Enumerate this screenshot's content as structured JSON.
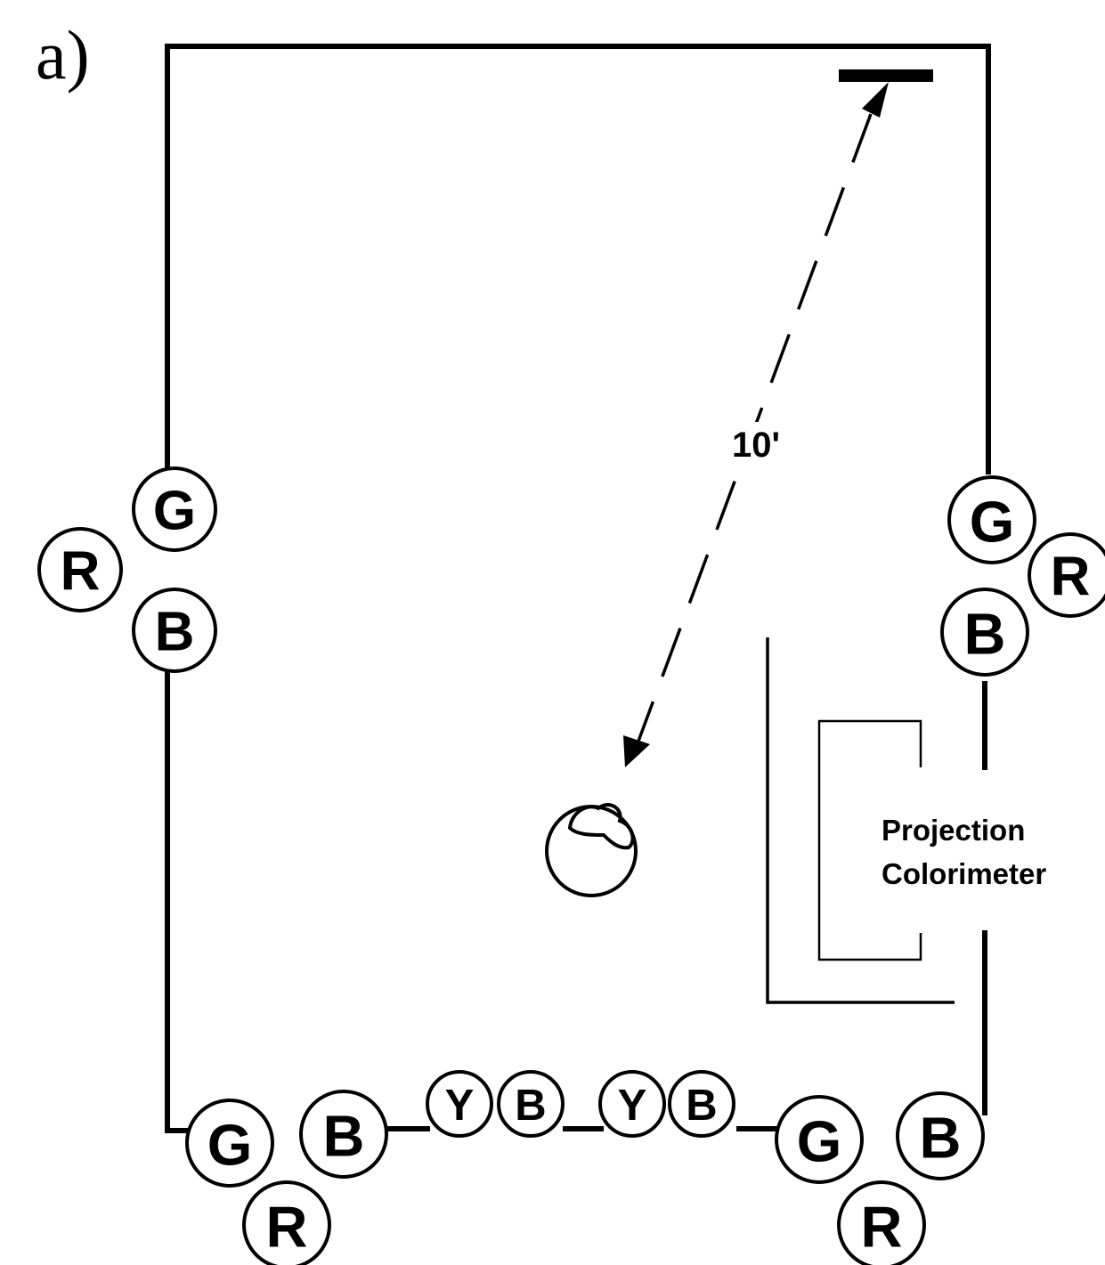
{
  "figure": {
    "panel_label": "a)",
    "distance_label": "10'",
    "instrument_label_line1": "Projection",
    "instrument_label_line2": "Colorimeter"
  },
  "lamp_groups": [
    {
      "id": "left-wall",
      "lamps": [
        "G",
        "R",
        "B"
      ]
    },
    {
      "id": "right-wall",
      "lamps": [
        "G",
        "R",
        "B"
      ]
    },
    {
      "id": "bottom-left",
      "lamps": [
        "G",
        "B",
        "R"
      ]
    },
    {
      "id": "bottom-center",
      "lamps": [
        "Y",
        "B",
        "Y",
        "B"
      ]
    },
    {
      "id": "bottom-right",
      "lamps": [
        "G",
        "B",
        "R"
      ]
    }
  ],
  "colors": {
    "ink": "#000000",
    "background": "#ffffff"
  }
}
